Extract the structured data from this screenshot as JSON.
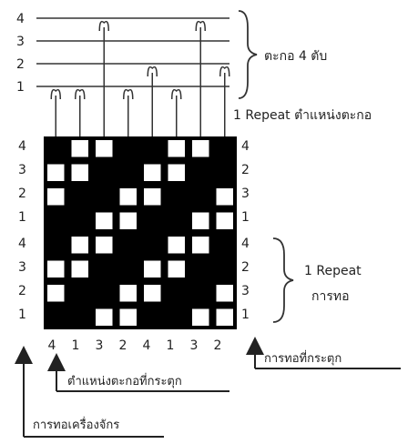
{
  "shaft_labels": [
    "4",
    "3",
    "2",
    "1"
  ],
  "shaft_brace_label": "ตะกอ 4 ตับ",
  "shaft_repeat_label": "1 Repeat   ตำแหน่งตะกอ",
  "shaft_columns": [
    1,
    1,
    4,
    1,
    2,
    1,
    4,
    2
  ],
  "row_labels_left": [
    "4",
    "3",
    "2",
    "1",
    "4",
    "3",
    "2",
    "1"
  ],
  "row_labels_right": [
    "4",
    "2",
    "3",
    "1",
    "4",
    "2",
    "3",
    "1"
  ],
  "column_labels": [
    "4",
    "1",
    "3",
    "2",
    "4",
    "1",
    "3",
    "2"
  ],
  "grid_pattern": [
    [
      1,
      0,
      0,
      1,
      1,
      0,
      0,
      1
    ],
    [
      0,
      0,
      1,
      1,
      0,
      0,
      1,
      1
    ],
    [
      0,
      1,
      1,
      0,
      0,
      1,
      1,
      0
    ],
    [
      1,
      1,
      0,
      0,
      1,
      1,
      0,
      0
    ],
    [
      1,
      0,
      0,
      1,
      1,
      0,
      0,
      1
    ],
    [
      0,
      0,
      1,
      1,
      0,
      0,
      1,
      1
    ],
    [
      0,
      1,
      1,
      0,
      0,
      1,
      1,
      0
    ],
    [
      1,
      1,
      0,
      0,
      1,
      1,
      0,
      0
    ]
  ],
  "weave_repeat_label_line1": "1 Repeat",
  "weave_repeat_label_line2": "การทอ",
  "arrow_shaft_position_label": "ตำแหน่งตะกอที่กระตุก",
  "arrow_weaving_label": "การทอที่กระตุก",
  "arrow_machine_label": "การทอเครื่องจักร"
}
